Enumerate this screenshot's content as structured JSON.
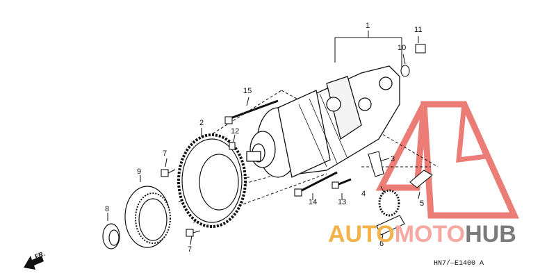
{
  "callouts": {
    "c1": "1",
    "c2": "2",
    "c3": "3",
    "c4": "4",
    "c5": "5",
    "c6": "6",
    "c7a": "7",
    "c7b": "7",
    "c8": "8",
    "c9": "9",
    "c10": "10",
    "c11": "11",
    "c12": "12",
    "c13": "13",
    "c14": "14",
    "c15": "15"
  },
  "direction": {
    "label": "FR."
  },
  "diagram_code": "HN7/—E1400 A",
  "watermark": {
    "part1": "AUTO",
    "part2": "MOTO",
    "part3": "HUB"
  },
  "colors": {
    "line": "#111111",
    "wm_red": "#e8665f",
    "wm_orange": "#f4b24a",
    "wm_grey": "#7b7b7b"
  }
}
